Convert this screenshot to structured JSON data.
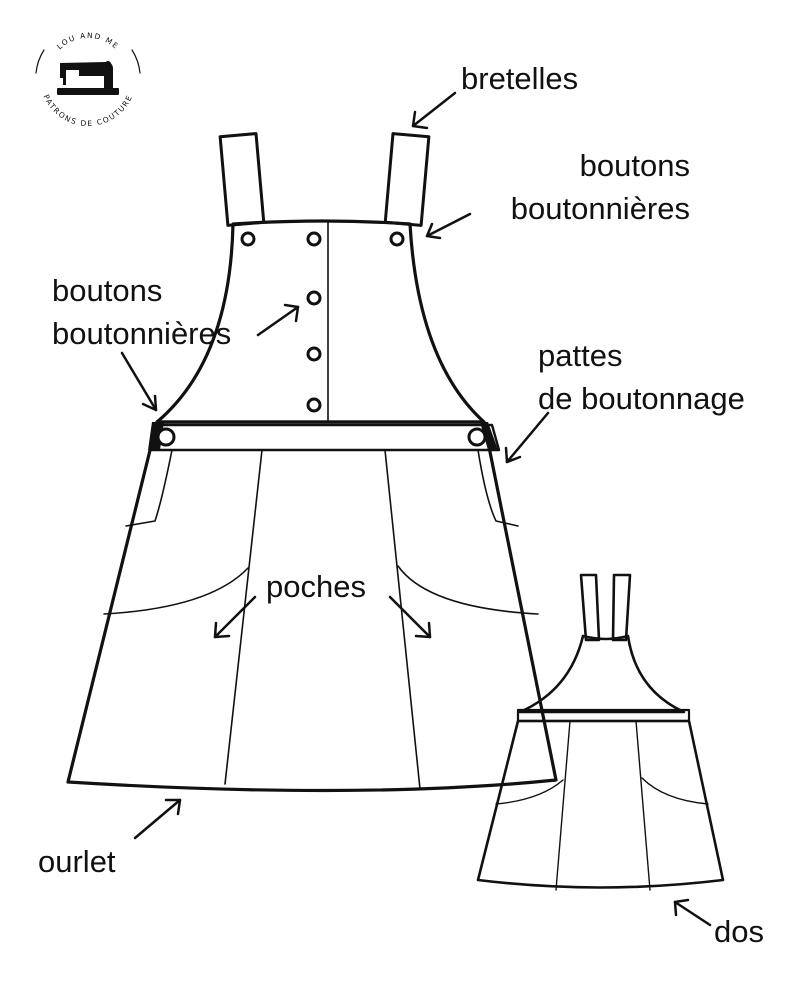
{
  "logo": {
    "top_text": "LOU AND ME",
    "bottom_text": "PATRONS DE COUTURE",
    "icon": "sewing-machine-icon"
  },
  "labels": {
    "bretelles": "bretelles",
    "boutons_right_1": "boutons",
    "boutons_right_2": "boutonnières",
    "boutons_left_1": "boutons",
    "boutons_left_2": "boutonnières",
    "pattes_1": "pattes",
    "pattes_2": "de boutonnage",
    "poches": "poches",
    "ourlet": "ourlet",
    "dos": "dos"
  },
  "colors": {
    "ink": "#111111",
    "paper": "#ffffff"
  }
}
